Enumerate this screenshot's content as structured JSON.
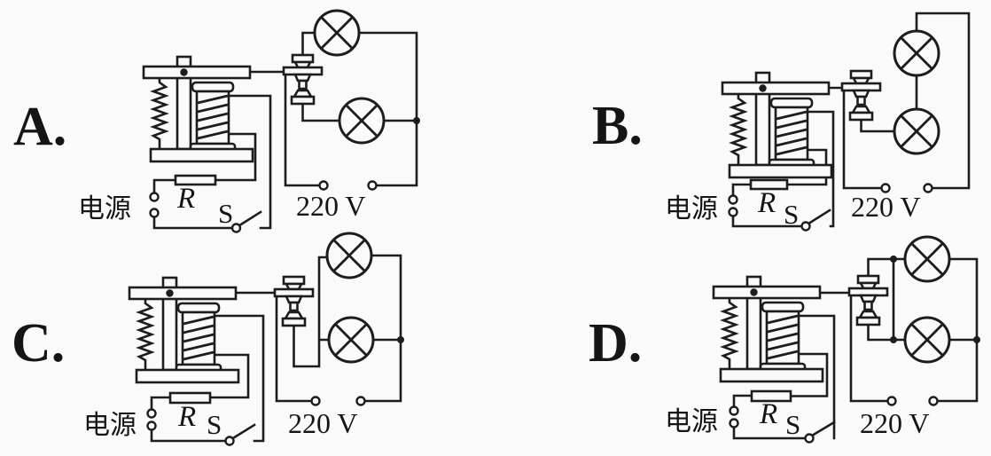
{
  "figure": {
    "background": "#fafafa",
    "line_color": "#1d1d1d",
    "description": "Four answer options A–D. Each shows an electromagnetic relay: low-voltage control circuit with a power source, resistor R and switch S energizing the coil; the relay contacts switch lamps in a 220 V mains circuit.",
    "options": [
      {
        "letter": "A.",
        "power_label": "电源",
        "resistor_label": "R",
        "switch_label": "S",
        "mains_label": "220 V",
        "arrangement": "two lamps in parallel; upper contact feeds top lamp, lower contact feeds bottom lamp"
      },
      {
        "letter": "B.",
        "power_label": "电源",
        "resistor_label": "R",
        "switch_label": "S",
        "mains_label": "220 V",
        "arrangement": "two lamps in series on the right branch, fed from the lower contact; upper contact unused"
      },
      {
        "letter": "C.",
        "power_label": "电源",
        "resistor_label": "R",
        "switch_label": "S",
        "mains_label": "220 V",
        "arrangement": "two lamps in parallel, both fed from the lower contact; upper contact unused"
      },
      {
        "letter": "D.",
        "power_label": "电源",
        "resistor_label": "R",
        "switch_label": "S",
        "mains_label": "220 V",
        "arrangement": "two lamps in parallel; upper and lower contacts both joined to the lamp rail"
      }
    ]
  }
}
